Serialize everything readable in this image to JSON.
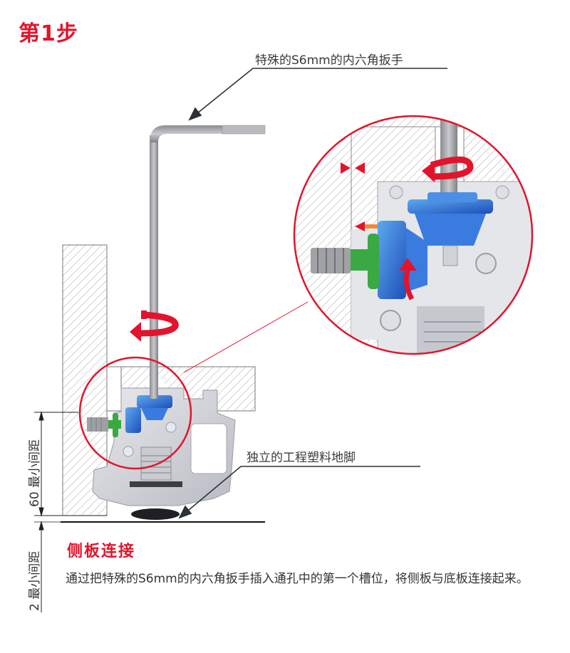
{
  "step": {
    "title": "第1步"
  },
  "callouts": {
    "wrench": "特殊的S6mm的内六角扳手",
    "foot": "独立的工程塑料地脚"
  },
  "dimensions": {
    "min_gap_60": "60 最小间距",
    "min_gap_2": "2 最小间距"
  },
  "section": {
    "title": "侧板连接",
    "description": "通过把特殊的S6mm的内六角扳手插入通孔中的第一个槽位，将侧板与底板连接起来。"
  },
  "colors": {
    "accent_red": "#e2142c",
    "gear_blue": "#2f6fd6",
    "bolt_green": "#3aa843",
    "housing_grey": "#d4d6dc",
    "wrench_grey": "#9a9ca0"
  }
}
